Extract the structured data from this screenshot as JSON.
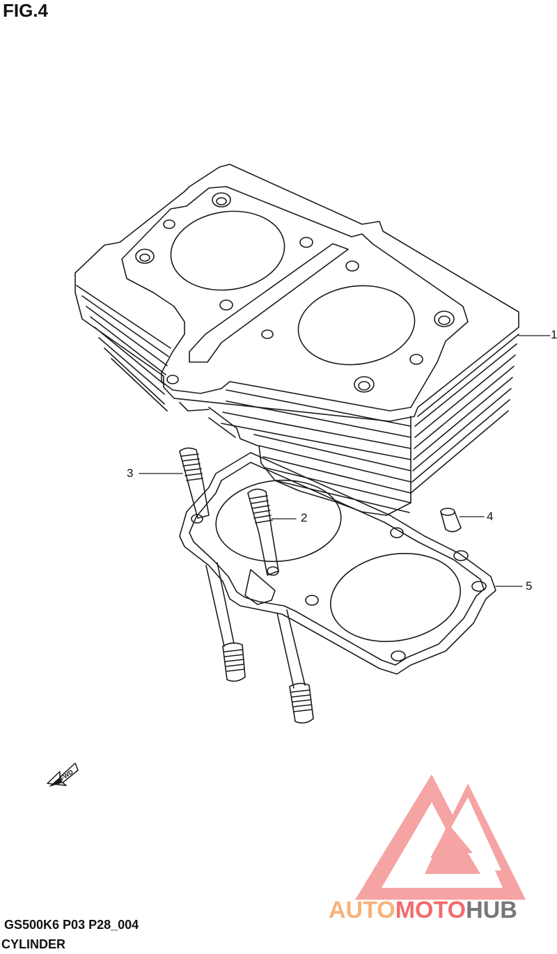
{
  "figure": {
    "title": "FIG.4",
    "code": "GS500K6 P03 P28_004",
    "caption": "CYLINDER"
  },
  "callouts": [
    {
      "number": "1",
      "part": "cylinder"
    },
    {
      "number": "2",
      "part": "stud"
    },
    {
      "number": "3",
      "part": "stud"
    },
    {
      "number": "4",
      "part": "dowel-pin"
    },
    {
      "number": "5",
      "part": "cylinder-base-gasket"
    }
  ],
  "fwd_label": "FWD",
  "watermark": {
    "part1": "AUTO",
    "part2": "MOTO",
    "part3": "HUB",
    "color_orange": "#f7b27a",
    "color_red": "#f36b6b",
    "color_gray": "#777777"
  },
  "colors": {
    "line": "#1a1a1a",
    "background": "#ffffff"
  }
}
